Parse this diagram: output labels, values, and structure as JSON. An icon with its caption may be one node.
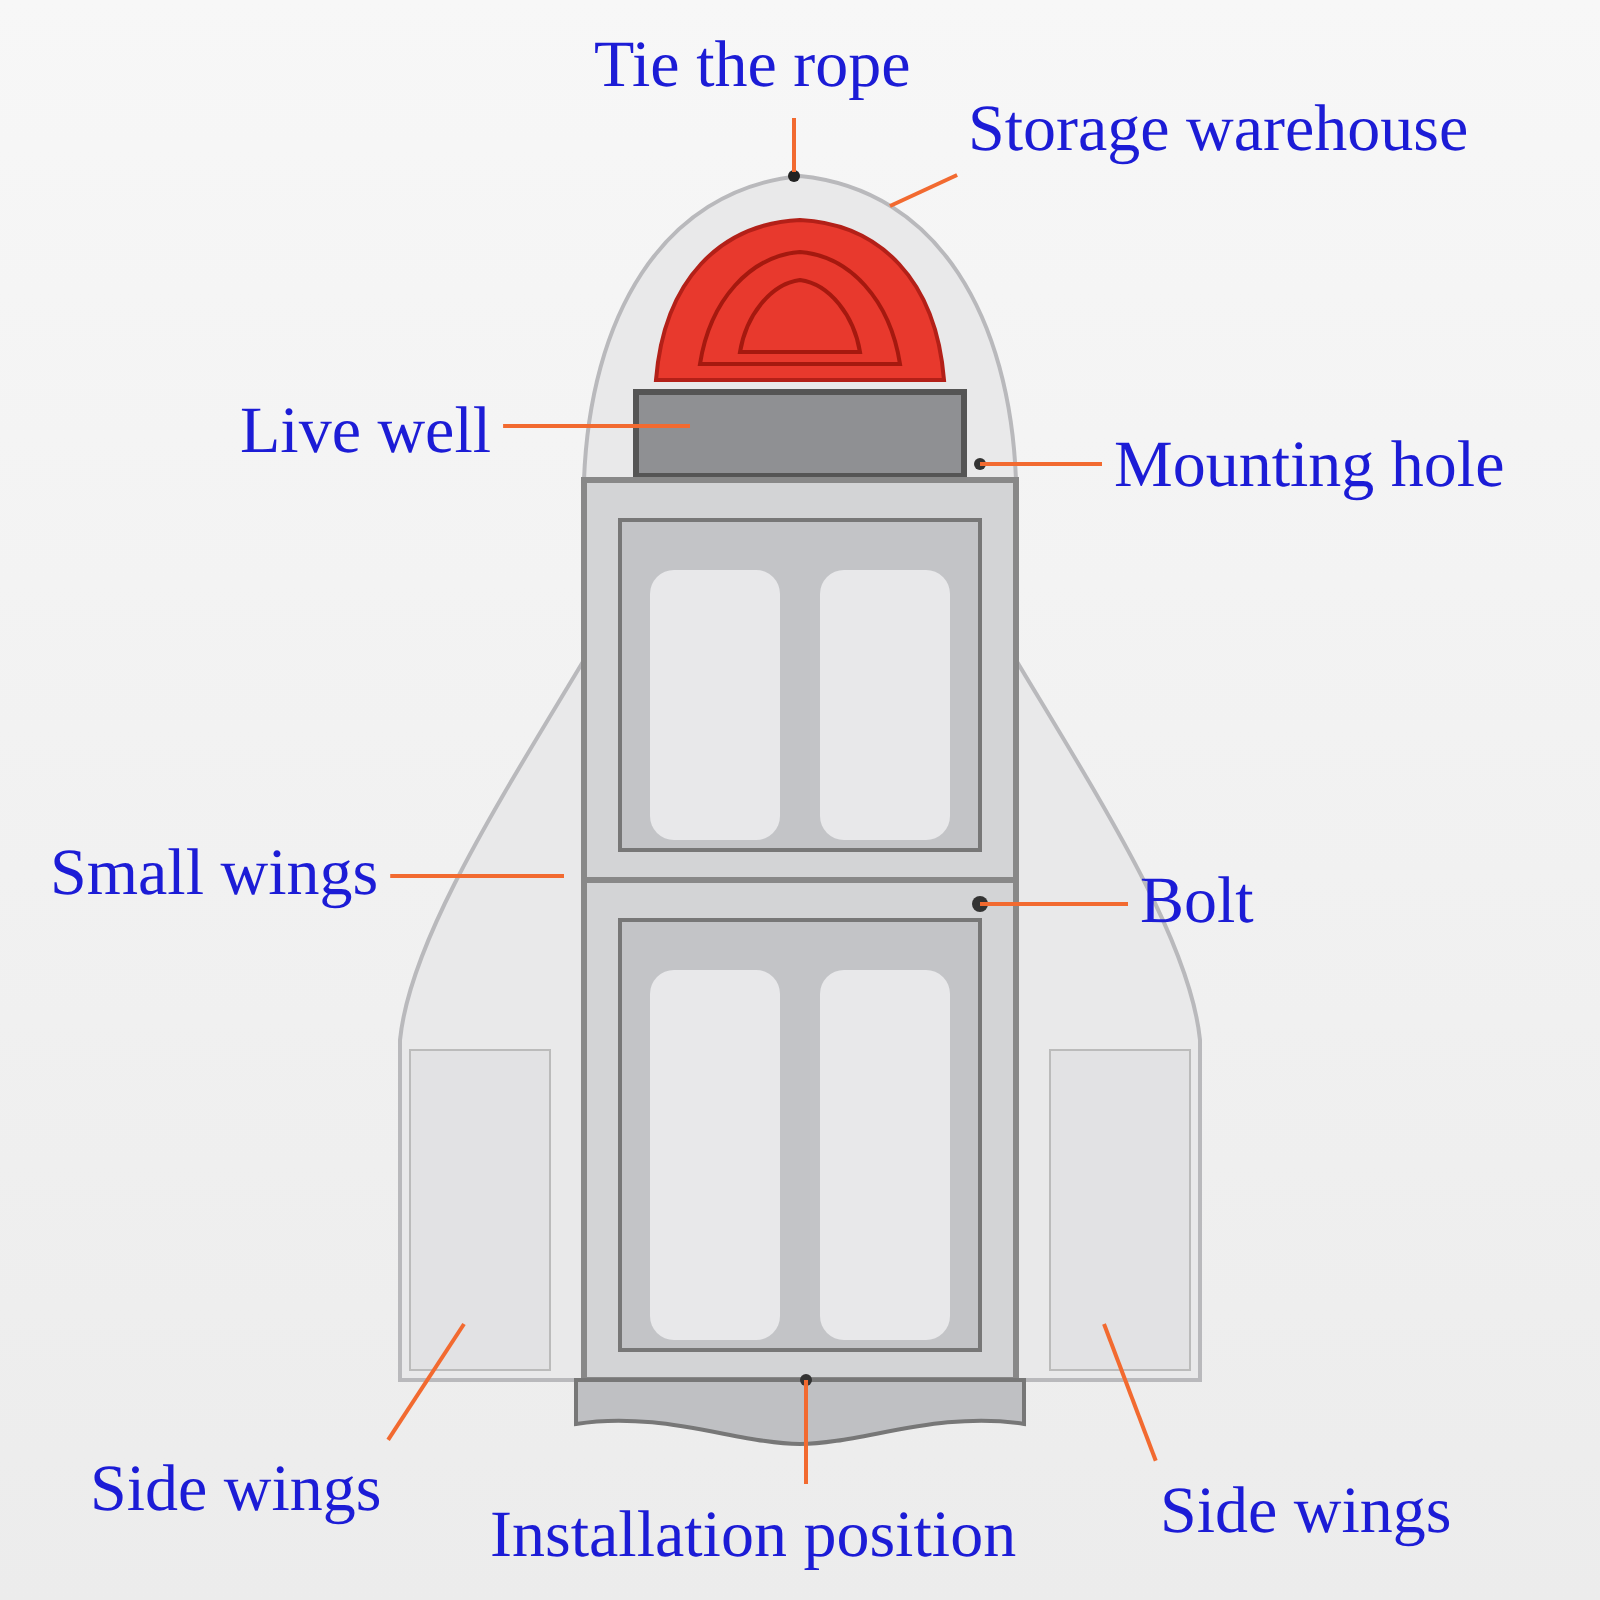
{
  "diagram": {
    "nodes": [
      {
        "text": [
          "Tie the rope"
        ]
      },
      {
        "text": [
          "Storage warehouse"
        ]
      },
      {
        "text": [
          "Live well"
        ]
      },
      {
        "text": [
          "Mounting hole"
        ]
      },
      {
        "text": [
          "Small wings"
        ]
      },
      {
        "text": [
          "Bolt"
        ]
      },
      {
        "text": [
          "Side wings"
        ]
      },
      {
        "text": [
          "Installation position"
        ]
      },
      {
        "text": [
          "Side wings"
        ]
      }
    ],
    "edges": [
      {
        "from": 0,
        "to": null,
        "arrow": "none"
      },
      {
        "from": 1,
        "to": null,
        "arrow": "none"
      },
      {
        "from": 2,
        "to": null,
        "arrow": "none"
      },
      {
        "from": 3,
        "to": null,
        "arrow": "none"
      },
      {
        "from": 4,
        "to": null,
        "arrow": "none"
      },
      {
        "from": 5,
        "to": null,
        "arrow": "none"
      },
      {
        "from": 6,
        "to": null,
        "arrow": "none"
      },
      {
        "from": 7,
        "to": null,
        "arrow": "none"
      },
      {
        "from": 8,
        "to": null,
        "arrow": "none"
      }
    ]
  }
}
